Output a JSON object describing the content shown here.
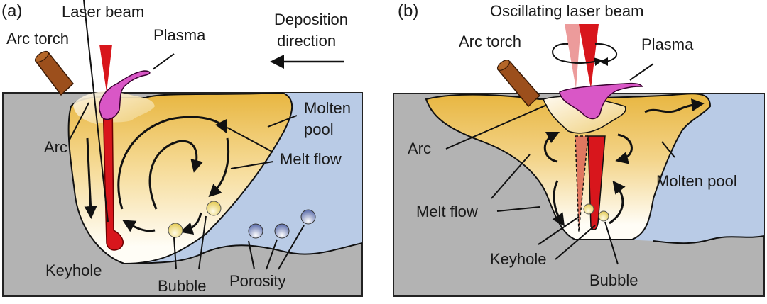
{
  "figure": {
    "panel_a": {
      "tag": "(a)",
      "labels": {
        "laser_beam": "Laser beam",
        "arc_torch": "Arc torch",
        "plasma": "Plasma",
        "deposition_direction_1": "Deposition",
        "deposition_direction_2": "direction",
        "molten_pool_1": "Molten",
        "molten_pool_2": "pool",
        "arc": "Arc",
        "melt_flow": "Melt flow",
        "keyhole": "Keyhole",
        "bubble": "Bubble",
        "porosity": "Porosity"
      }
    },
    "panel_b": {
      "tag": "(b)",
      "labels": {
        "oscillating_laser_beam": "Oscillating laser beam",
        "arc_torch": "Arc torch",
        "plasma": "Plasma",
        "arc": "Arc",
        "molten_pool": "Molten pool",
        "melt_flow": "Melt flow",
        "keyhole": "Keyhole",
        "bubble": "Bubble"
      }
    },
    "colors": {
      "substrate": "#b3b3b3",
      "deposited_layer": "#b9cbe6",
      "molten_pool_top": "#e8b640",
      "molten_pool_bottom": "#fffdf6",
      "laser": "#d8161c",
      "laser_faded": "#e98a8a",
      "plasma": "#d957c6",
      "torch": "#9c4f1c",
      "bubble": "#ecd77a",
      "pore": "#6f7fb8"
    }
  }
}
